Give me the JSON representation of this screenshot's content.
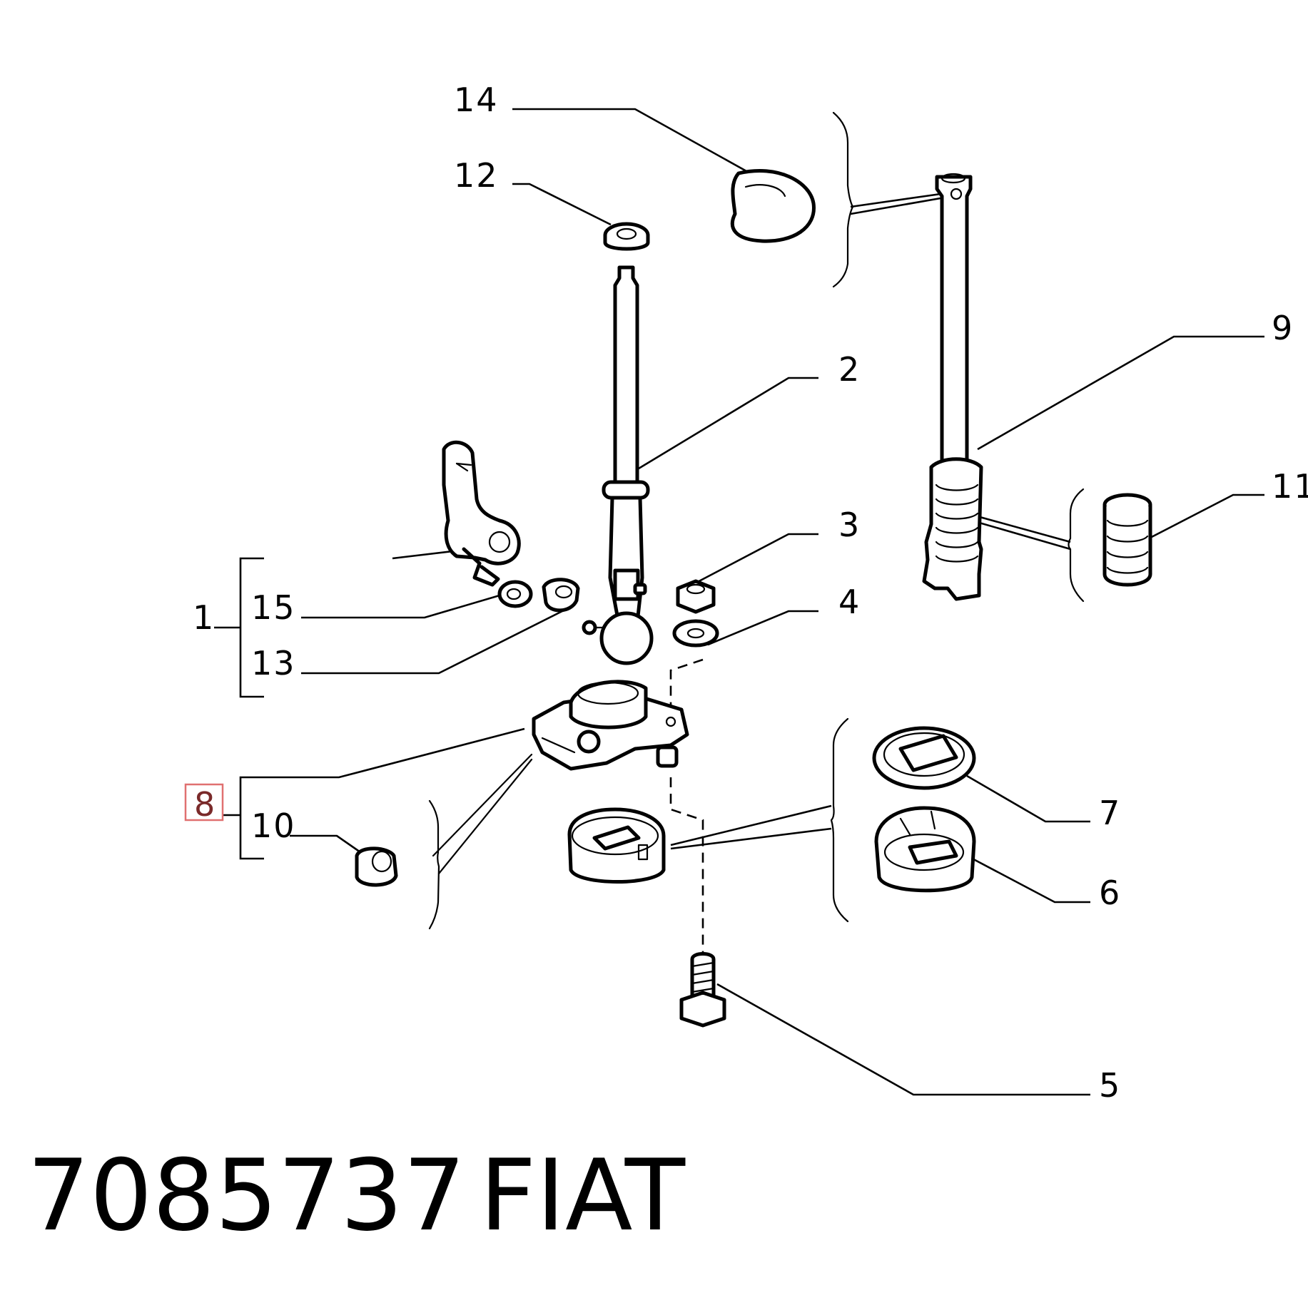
{
  "callouts": {
    "c14": "14",
    "c12": "12",
    "c9": "9",
    "c2": "2",
    "c11": "11",
    "c3": "3",
    "c4": "4",
    "c1": "1",
    "c15": "15",
    "c13": "13",
    "c8": "8",
    "c10": "10",
    "c7": "7",
    "c6": "6",
    "c5": "5"
  },
  "footer": {
    "part_number": "7085737",
    "brand": "FIAT"
  },
  "colors": {
    "highlight_box": "#e07070",
    "highlight_text": "#7a2a2a",
    "line": "#000000",
    "background": "#ffffff"
  }
}
